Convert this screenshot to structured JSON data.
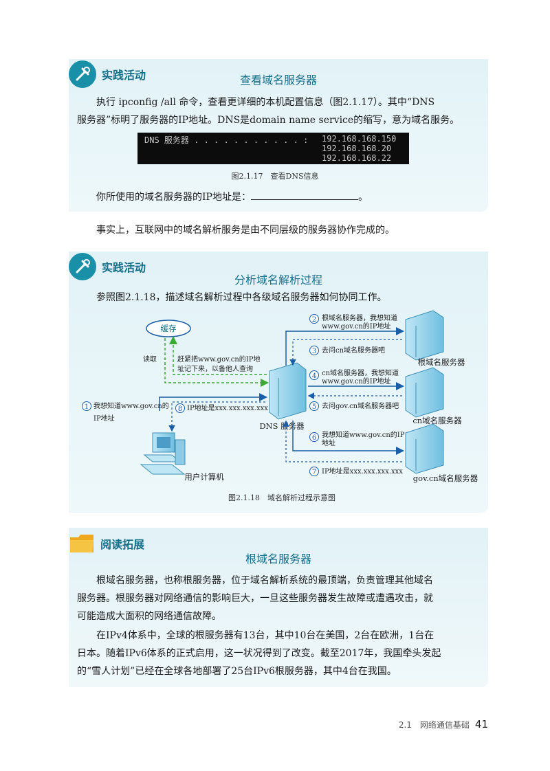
{
  "activity1": {
    "label": "实践活动",
    "title": "查看域名服务器",
    "text_lines": [
      "执行 ipconfig /all 命令，查看更详细的本机配置信息（图2.1.17）。其中“DNS",
      "服务器”标明了服务器的IP地址。DNS是domain name service的缩写，意为域名服务。"
    ],
    "console": {
      "label": "DNS 服务器 . . . . . . . . . . . :",
      "ips": [
        "192.168.168.150",
        "192.168.168.20",
        "192.168.168.22"
      ]
    },
    "caption": "图2.1.17　查看DNS信息",
    "question": "你所使用的域名服务器的IP地址是：",
    "question_end": "。"
  },
  "body_text": "事实上，互联网中的域名解析服务是由不同层级的服务器协作完成的。",
  "activity2": {
    "label": "实践活动",
    "title": "分析域名解析过程",
    "intro": "参照图2.1.18，描述域名解析过程中各级域名服务器如何协同工作。",
    "diagram": {
      "cache": "缓存",
      "read": "读取",
      "save_note": [
        "赶紧把www.gov.cn的IP地",
        "址记下来，以备他人查询"
      ],
      "dns_server": "DNS 服务器",
      "user_pc": "用户计算机",
      "root_server": "根域名服务器",
      "cn_server": "cn域名服务器",
      "gov_server": "gov.cn域名服务器",
      "steps": [
        {
          "n": "1",
          "lines": [
            "我想知道www.gov.cn的",
            "IP地址"
          ]
        },
        {
          "n": "2",
          "lines": [
            "根域名服务器，我想知道",
            "www.gov.cn的IP地址"
          ]
        },
        {
          "n": "3",
          "lines": [
            "去问cn域名服务器吧"
          ]
        },
        {
          "n": "4",
          "lines": [
            "cn域名服务器，我想知道",
            "www.gov.cn的IP地址"
          ]
        },
        {
          "n": "5",
          "lines": [
            "去问gov.cn域名服务器吧"
          ]
        },
        {
          "n": "6",
          "lines": [
            "我想知道www.gov.cn的IP",
            "地址"
          ]
        },
        {
          "n": "7",
          "lines": [
            "IP地址是xxx.xxx.xxx.xxx"
          ]
        },
        {
          "n": "8",
          "lines": [
            "IP地址是xxx.xxx.xxx.xxx"
          ]
        }
      ]
    },
    "caption": "图2.1.18　域名解析过程示意图"
  },
  "reading": {
    "label": "阅读拓展",
    "title": "根域名服务器",
    "p1": [
      "根域名服务器，也称根服务器，位于域名解析系统的最顶端，负责管理其他域名",
      "服务器。根服务器对网络通信的影响巨大，一旦这些服务器发生故障或遭遇攻击，就",
      "可能造成大面积的网络通信故障。"
    ],
    "p2": [
      "在IPv4体系中，全球的根服务器有13台，其中10台在美国，2台在欧洲，1台在",
      "日本。随着IPv6体系的正式启用，这一状况得到了改变。截至2017年，我国牵头发起",
      "的“雪人计划”已经在全球各地部署了25台IPv6根服务器，其中4台在我国。"
    ]
  },
  "footer": {
    "section": "2.1　网络通信基础",
    "page": "41"
  },
  "colors": {
    "accent": "#136e8a",
    "arrow_blue": "#1a5ea8",
    "arrow_green": "#3aaa35"
  }
}
